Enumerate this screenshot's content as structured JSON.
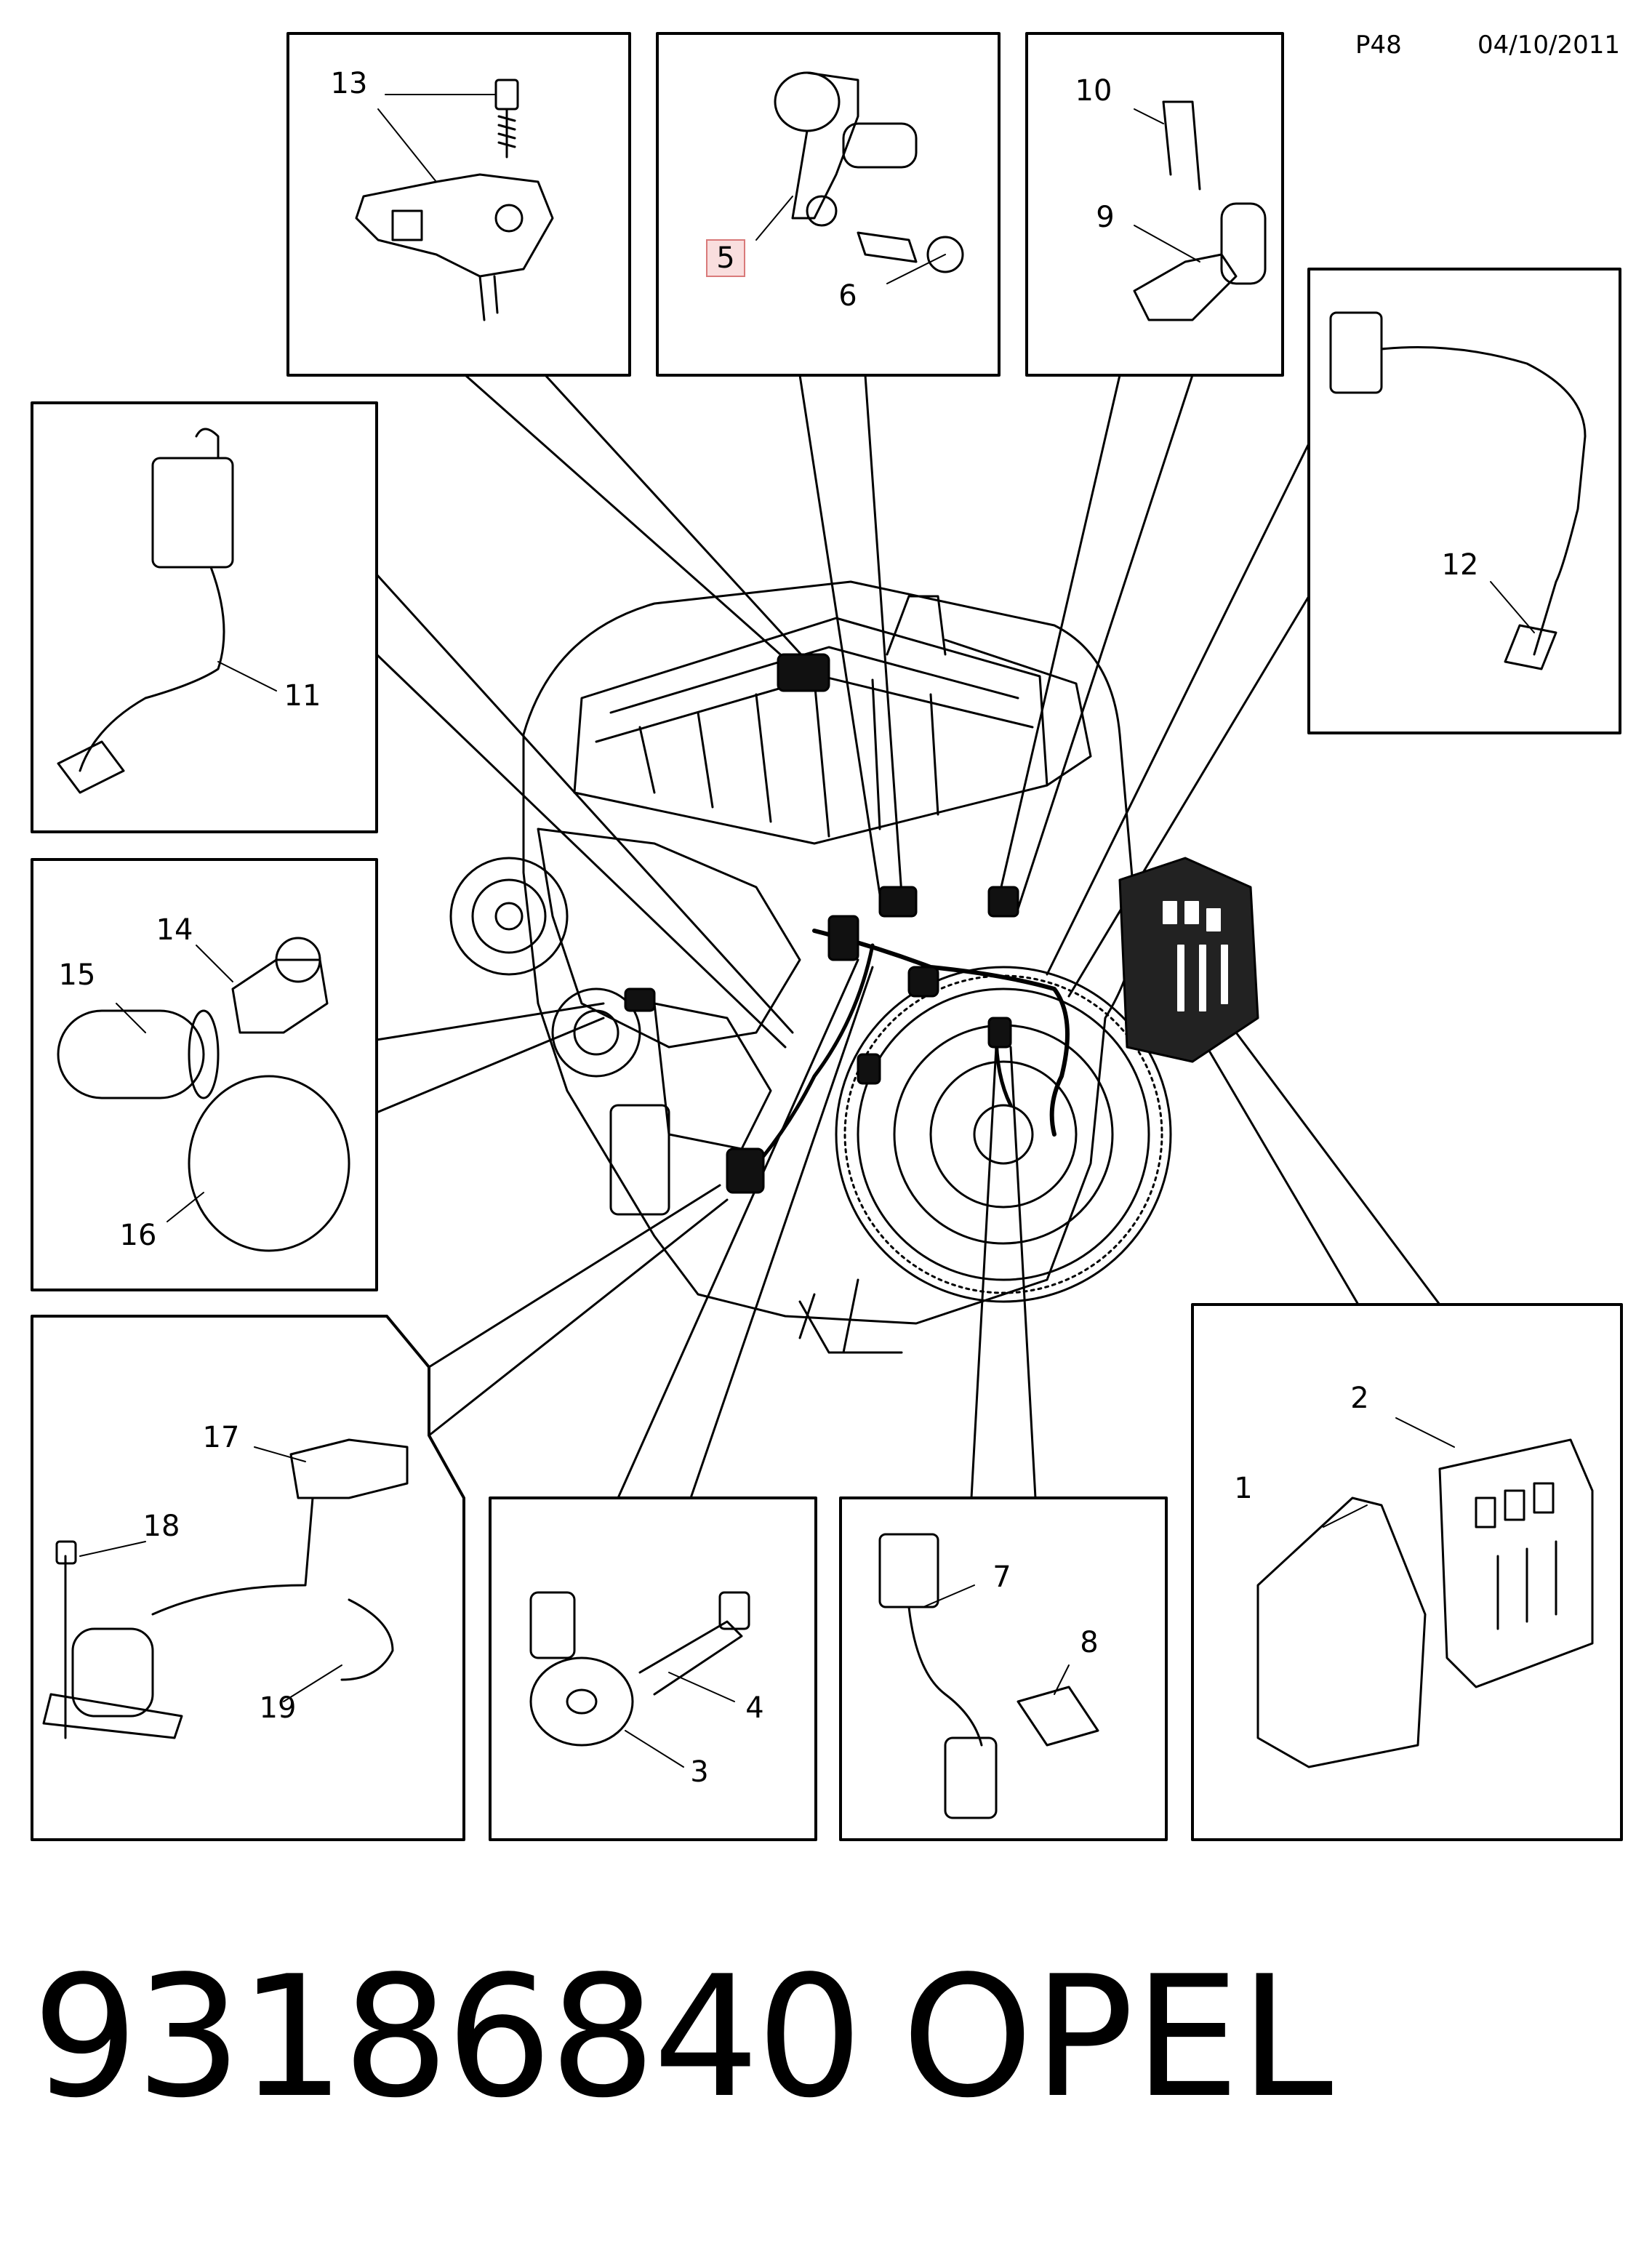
{
  "header": {
    "page": "P48",
    "date": "04/10/2011"
  },
  "callouts": {
    "c1": "1",
    "c2": "2",
    "c3": "3",
    "c4": "4",
    "c5": "5",
    "c6": "6",
    "c7": "7",
    "c8": "8",
    "c9": "9",
    "c10": "10",
    "c11": "11",
    "c12": "12",
    "c13": "13",
    "c14": "14",
    "c15": "15",
    "c16": "16",
    "c17": "17",
    "c18": "18",
    "c19": "19"
  },
  "highlighted_callout": "5",
  "footer": {
    "part_number": "93186840",
    "brand": "OPEL"
  },
  "colors": {
    "line": "#000000",
    "highlight_fill": "#f9dede",
    "highlight_stroke": "#d97a7a"
  }
}
